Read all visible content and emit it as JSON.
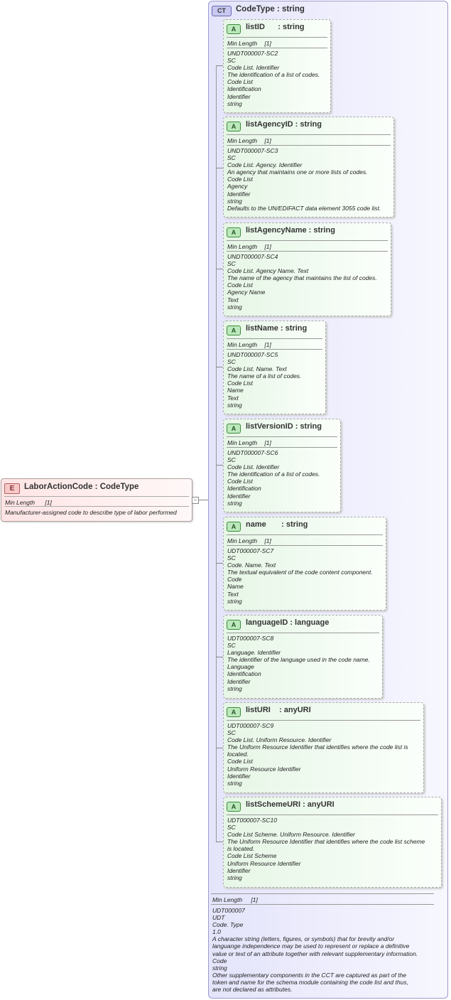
{
  "element": {
    "badge": "E",
    "title": "LaborActionCode : CodeType",
    "min_length_label": "Min Length",
    "min_length_value": "[1]",
    "description": "Manufacturer-assigned code to describe type of labor performed"
  },
  "complex_type": {
    "badge": "CT",
    "title": "CodeType : string"
  },
  "attributes": [
    {
      "badge": "A",
      "name": "listID      : string",
      "min_length_label": "Min Length",
      "min_length_value": "[1]",
      "lines": [
        "UNDT000007-SC2",
        "SC",
        "Code List. Identifier",
        "The identification of a list of codes.",
        "Code List",
        "Identification",
        "Identifier",
        "string"
      ]
    },
    {
      "badge": "A",
      "name": "listAgencyID : string",
      "min_length_label": "Min Length",
      "min_length_value": "[1]",
      "lines": [
        "UNDT000007-SC3",
        "SC",
        "Code List. Agency. Identifier",
        "An agency that maintains one or more lists of codes.",
        "Code List",
        "Agency",
        "Identifier",
        "string",
        "Defaults to the UN/EDIFACT data element 3055 code list."
      ]
    },
    {
      "badge": "A",
      "name": "listAgencyName : string",
      "min_length_label": "Min Length",
      "min_length_value": "[1]",
      "lines": [
        "UNDT000007-SC4",
        "SC",
        "Code List. Agency Name. Text",
        "The name of the agency that maintains the list of codes.",
        "Code List",
        "Agency Name",
        "Text",
        "string"
      ]
    },
    {
      "badge": "A",
      "name": "listName : string",
      "min_length_label": "Min Length",
      "min_length_value": "[1]",
      "lines": [
        "UNDT000007-SC5",
        "SC",
        "Code List. Name. Text",
        "The name of a list of codes.",
        "Code List",
        "Name",
        "Text",
        "string"
      ]
    },
    {
      "badge": "A",
      "name": "listVersionID : string",
      "min_length_label": "Min Length",
      "min_length_value": "[1]",
      "lines": [
        "UNDT000007-SC6",
        "SC",
        "Code List. Identifier",
        "The identification of a list of codes.",
        "Code List",
        "Identification",
        "Identifier",
        "string"
      ]
    },
    {
      "badge": "A",
      "name": "name       : string",
      "min_length_label": "Min Length",
      "min_length_value": "[1]",
      "lines": [
        "UDT000007-SC7",
        "SC",
        "Code. Name. Text",
        "The textual equivalent of the code content component.",
        "Code",
        "Name",
        "Text",
        "string"
      ]
    },
    {
      "badge": "A",
      "name": "languageID : language",
      "lines": [
        "UDT000007-SC8",
        "SC",
        "Language. Identifier",
        "The identifier of the language used in the code name.",
        "Language",
        "Identification",
        "Identifier",
        "string"
      ]
    },
    {
      "badge": "A",
      "name": "listURI    : anyURI",
      "lines": [
        "UDT000007-SC9",
        "SC",
        "Code List. Uniform Resource. Identifier",
        "The Uniform Resource Identifier that identifies where the code list is",
        "located.",
        "Code List",
        "Uniform Resource Identifier",
        "Identifier",
        "string"
      ]
    },
    {
      "badge": "A",
      "name": "listSchemeURI : anyURI",
      "lines": [
        "UDT000007-SC10",
        "SC",
        "Code List Scheme. Uniform Resource. Identifier",
        "The Uniform Resource Identifier that identifies where the code list scheme",
        "is located.",
        "Code List Scheme",
        "Uniform Resource Identifier",
        "Identifier",
        "string"
      ]
    }
  ],
  "footer": {
    "min_length_label": "Min Length",
    "min_length_value": "[1]",
    "lines": [
      "UDT000007",
      "UDT",
      "Code. Type",
      "1.0",
      "A character string (letters, figures, or symbols) that for brevity and/or",
      "languange independence may be used to represent or replace a definitive",
      "value or text of an attribute together with relevant supplementary information.",
      "Code",
      "string",
      "Other supplementary components in the CCT are captured as part of the",
      "token and name for the schema module containing the code list and thus,",
      "are not declared as attributes."
    ]
  }
}
